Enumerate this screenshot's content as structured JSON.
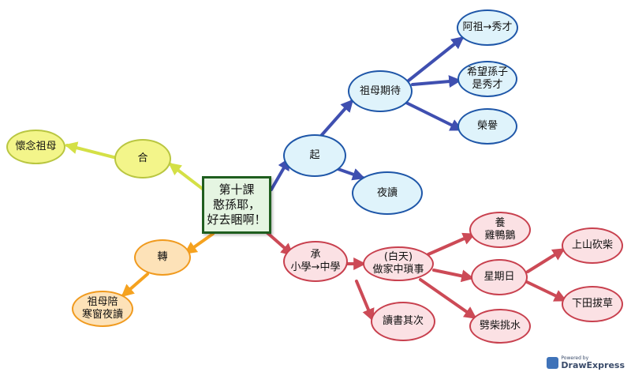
{
  "nodes": {
    "center": "第十課\n憨孫耶，\n好去睏啊！",
    "qi": "起",
    "zumu_qidai": "祖母期待",
    "azu_xiucai": "阿祖→秀才",
    "xiwang_sunzi": "希望孫子\n是秀才",
    "rongyu": "榮譽",
    "yedu": "夜讀",
    "cheng": "承\n小學→中學",
    "baitian": "(白天)\n做家中瑣事",
    "yang_jiya": "養\n雞鴨鵝",
    "xingqiri": "星期日",
    "pichai": "劈柴挑水",
    "dushu": "讀書其次",
    "shangshan": "上山砍柴",
    "xiatian": "下田拔草",
    "zhuan": "轉",
    "zumu_pei": "祖母陪\n寒窗夜讀",
    "he": "合",
    "huainian": "懷念祖母"
  },
  "colors": {
    "blue_edge": "#3f4fb0",
    "red_edge": "#cc4a56",
    "yellow_edge": "#d4e046",
    "orange_edge": "#f5a21f"
  },
  "badge": {
    "powered": "Powered by",
    "brand": "DrawExpress"
  }
}
